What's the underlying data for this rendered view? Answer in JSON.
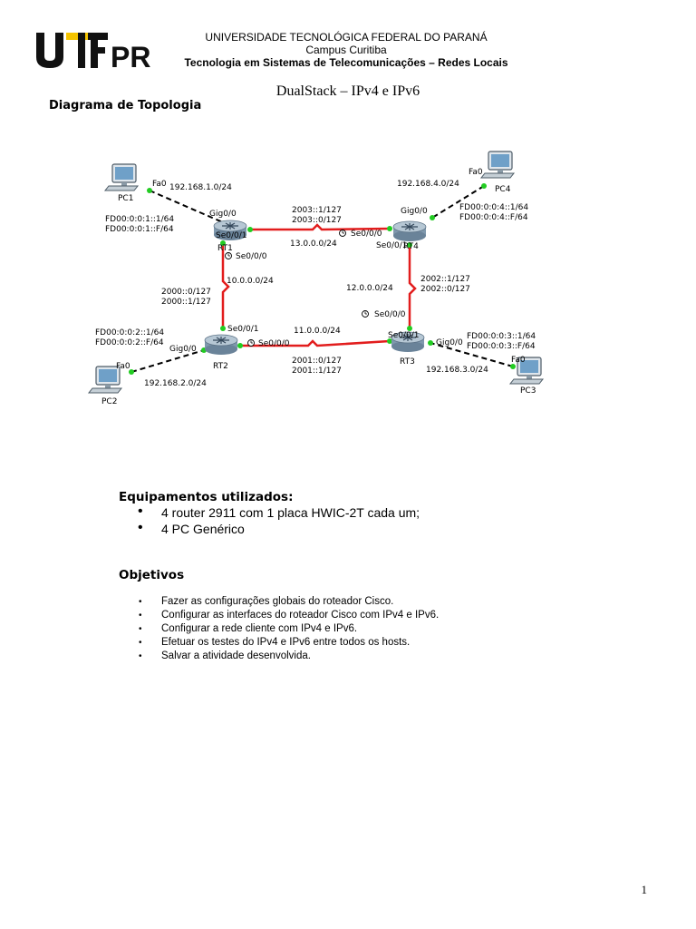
{
  "header": {
    "logo_text": "UTFPR",
    "line1": "UNIVERSIDADE TECNOLÓGICA FEDERAL DO PARANÁ",
    "line2": "Campus Curitiba",
    "line3": "Tecnologia em Sistemas de Telecomunicações  – Redes Locais"
  },
  "title": "DualStack – IPv4 e IPv6",
  "topology_heading": "Diagrama de Topologia",
  "diagram": {
    "pcs": {
      "pc1": "PC1",
      "pc2": "PC2",
      "pc3": "PC3",
      "pc4": "PC4"
    },
    "routers": {
      "rt1": "RT1",
      "rt2": "RT2",
      "rt3": "RT3",
      "rt4": "RT4"
    },
    "labels": {
      "pc1_fa": "Fa0",
      "pc1_net": "192.168.1.0/24",
      "rt1_gig": "Gig0/0",
      "rt1_v6a": "FD00:0:0:1::1/64",
      "rt1_v6b": "FD00:0:0:1::F/64",
      "rt1_se01": "Se0/0/1",
      "rt1_se00": "Se0/0/0",
      "l14_v6a": "2003::1/127",
      "l14_v6b": "2003::0/127",
      "l14_net": "13.0.0.0/24",
      "rt4_se00": "Se0/0/0",
      "rt4_se01": "Se0/0/1",
      "pc4_fa": "Fa0",
      "pc4_net": "192.168.4.0/24",
      "rt4_gig": "Gig0/0",
      "rt4_v6a": "FD00:0:0:4::1/64",
      "rt4_v6b": "FD00:0:0:4::F/64",
      "l12_net": "10.0.0.0/24",
      "l12_v6a": "2000::0/127",
      "l12_v6b": "2000::1/127",
      "l43_v6a": "2002::1/127",
      "l43_v6b": "2002::0/127",
      "l43_net": "12.0.0.0/24",
      "rt3_se00": "Se0/0/0",
      "rt3_se01": "Se0/0/1",
      "rt2_se01": "Se0/0/1",
      "rt2_se00": "Se0/0/0",
      "rt2_gig": "Gig0/0",
      "rt2_v6a": "FD00:0:0:2::1/64",
      "rt2_v6b": "FD00:0:0:2::F/64",
      "l23_net": "11.0.0.0/24",
      "l23_v6a": "2001::0/127",
      "l23_v6b": "2001::1/127",
      "pc2_fa": "Fa0",
      "pc2_net": "192.168.2.0/24",
      "rt3_gig": "Gig0/0",
      "rt3_v6a": "FD00:0:0:3::1/64",
      "rt3_v6b": "FD00:0:0:3::F/64",
      "pc3_fa": "Fa0",
      "pc3_net": "192.168.3.0/24"
    }
  },
  "equipment": {
    "heading": "Equipamentos utilizados:",
    "items": [
      "4 router 2911 com 1 placa HWIC-2T cada um;",
      "4 PC Genérico"
    ]
  },
  "objectives": {
    "heading": "Objetivos",
    "items": [
      "Fazer as configurações globais do roteador Cisco.",
      "Configurar as interfaces do roteador Cisco com IPv4 e IPv6.",
      "Configurar a rede cliente com IPv4 e IPv6.",
      "Efetuar os testes do IPv4 e IPv6 entre todos os hosts.",
      "Salvar a atividade desenvolvida."
    ]
  },
  "page_number": "1",
  "colors": {
    "serial_link": "#e21d1d",
    "ethernet_link": "#000000",
    "port_dot": "#22cc22",
    "router": "#8fa8bd"
  }
}
